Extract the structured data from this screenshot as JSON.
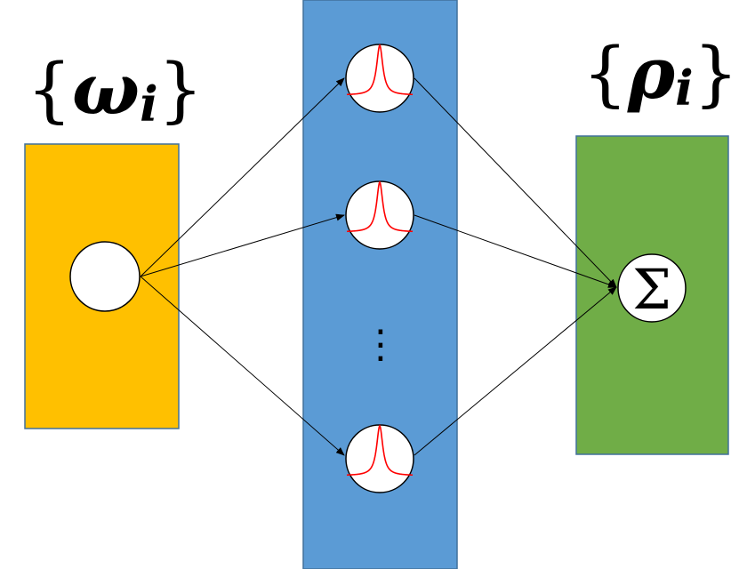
{
  "input_label": {
    "brace_open": "{",
    "symbol": "ω",
    "subscript": "i",
    "brace_close": "}"
  },
  "output_label": {
    "brace_open": "{",
    "symbol": "ρ",
    "subscript": "i",
    "brace_close": "}"
  },
  "sum_symbol": "Σ",
  "ellipsis": "⋮",
  "colors": {
    "input_panel": "#FFC000",
    "hidden_panel": "#5B9BD5",
    "output_panel": "#70AD47",
    "panel_border": "#41719C",
    "node_fill": "#FFFFFF",
    "node_stroke": "#000000",
    "peak_curve": "#FF0000",
    "edge": "#000000"
  },
  "hidden_node_icon": "lorentzian-peak-icon"
}
